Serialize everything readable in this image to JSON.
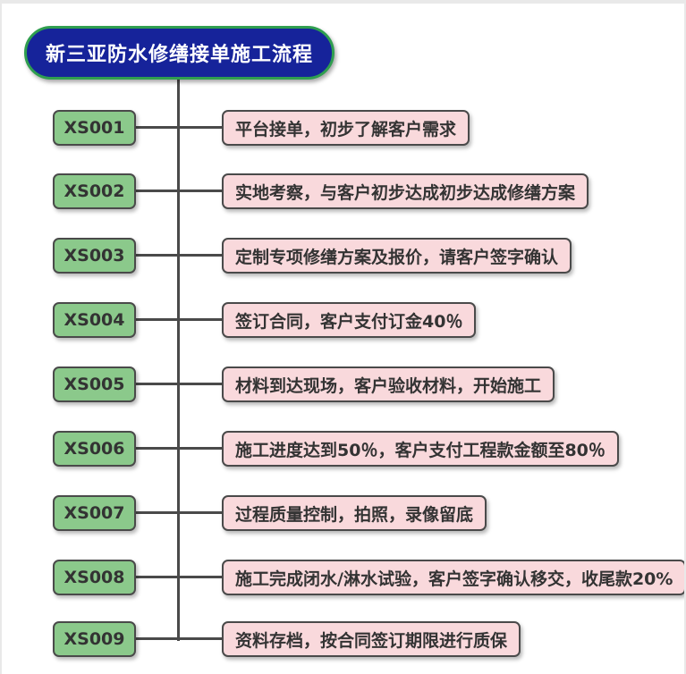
{
  "theme": {
    "page_bg": "#ffffff",
    "frame_color": "#e9e9e9",
    "title_fill": "#16239A",
    "title_border": "#2f9e4f",
    "title_text": "#ffffff",
    "node_fill": "#8BC98B",
    "desc_fill": "#F9D9DC",
    "line_color": "#4a4a4a",
    "text_color": "#333333"
  },
  "title": {
    "text": "新三亚防水修缮接单施工流程"
  },
  "flow": {
    "steps": [
      {
        "code": "XS001",
        "desc": "平台接单，初步了解客户需求"
      },
      {
        "code": "XS002",
        "desc": "实地考察，与客户初步达成初步达成修缮方案"
      },
      {
        "code": "XS003",
        "desc": "定制专项修缮方案及报价，请客户签字确认"
      },
      {
        "code": "XS004",
        "desc": "签订合同，客户支付订金40％"
      },
      {
        "code": "XS005",
        "desc": "材料到达现场，客户验收材料，开始施工"
      },
      {
        "code": "XS006",
        "desc": "施工进度达到50％，客户支付工程款金额至80％"
      },
      {
        "code": "XS007",
        "desc": "过程质量控制，拍照，录像留底"
      },
      {
        "code": "XS008",
        "desc": "施工完成闭水/淋水试验，客户签字确认移交，收尾款20%"
      },
      {
        "code": "XS009",
        "desc": "资料存档，按合同签订期限进行质保"
      }
    ]
  }
}
